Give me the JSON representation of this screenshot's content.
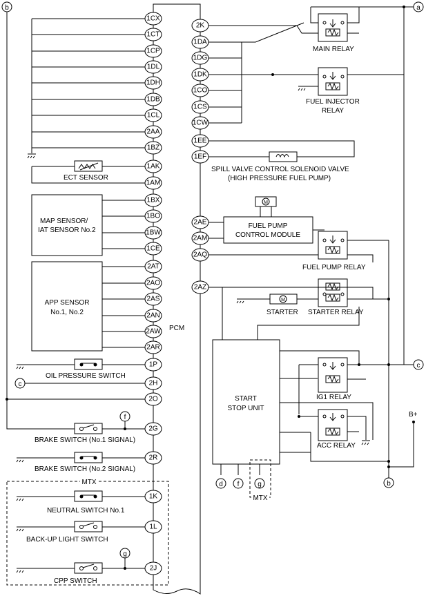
{
  "pcm_label": "PCM",
  "left_pins": [
    "1CX",
    "1CT",
    "1CP",
    "1DL",
    "1DH",
    "1DB",
    "1CL",
    "2AA",
    "1BZ",
    "1AK",
    "1AM",
    "1BX",
    "1BO",
    "1BW",
    "1CE",
    "2AT",
    "2AO",
    "2AS",
    "2AN",
    "2AW",
    "2AR",
    "1P",
    "2H",
    "2O",
    "2G",
    "2R",
    "1K",
    "1L",
    "2J"
  ],
  "right_pins": [
    "2K",
    "1DA",
    "1DG",
    "1DK",
    "1CO",
    "1CS",
    "1CW",
    "1EE",
    "1EF",
    "2AE",
    "2AM",
    "2AQ",
    "2AZ"
  ],
  "components": {
    "ect_sensor": "ECT SENSOR",
    "map_sensor": [
      "MAP SENSOR/",
      "IAT SENSOR No.2"
    ],
    "app_sensor": [
      "APP SENSOR",
      "No.1, No.2"
    ],
    "oil_pressure_switch": "OIL PRESSURE SWITCH",
    "brake_switch_1": "BRAKE SWITCH (No.1 SIGNAL)",
    "brake_switch_2": "BRAKE SWITCH (No.2 SIGNAL)",
    "mtx": "MTX",
    "neutral_switch": "NEUTRAL SWITCH No.1",
    "backup_light_switch": "BACK-UP LIGHT SWITCH",
    "cpp_switch": "CPP SWITCH",
    "main_relay": "MAIN RELAY",
    "fuel_injector_relay": [
      "FUEL INJECTOR",
      "RELAY"
    ],
    "spill_valve": [
      "SPILL VALVE CONTROL SOLENOID VALVE",
      "(HIGH PRESSURE FUEL PUMP)"
    ],
    "fuel_pump_control_module": [
      "FUEL PUMP",
      "CONTROL MODULE"
    ],
    "fuel_pump_relay": "FUEL PUMP RELAY",
    "starter": "STARTER",
    "starter_relay": "STARTER RELAY",
    "start_stop_unit": [
      "START",
      "STOP UNIT"
    ],
    "ig1_relay": "IG1 RELAY",
    "acc_relay": "ACC RELAY",
    "b_plus": "B+"
  },
  "connectors": {
    "a": "a",
    "b": "b",
    "c": "c",
    "d": "d",
    "f": "f",
    "g": "g",
    "motor": "M"
  }
}
